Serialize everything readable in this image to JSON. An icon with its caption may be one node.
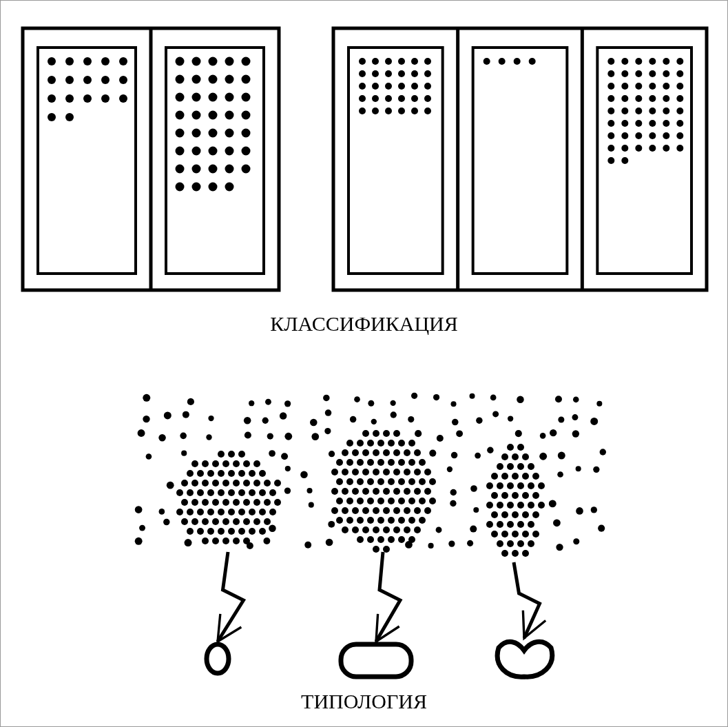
{
  "diagram": {
    "nodes": [
      {
        "text": [],
        "shape": "picture"
      },
      {
        "text": [],
        "shape": "picture"
      },
      {
        "text": [],
        "shape": "picture"
      },
      {
        "text": [],
        "shape": "circle"
      },
      {
        "text": [],
        "shape": "box"
      },
      {
        "text": [],
        "shape": "kidney"
      }
    ],
    "edges": [
      {
        "from": 0,
        "to": 3,
        "arrow": "to"
      },
      {
        "from": 1,
        "to": 4,
        "arrow": "to"
      },
      {
        "from": 2,
        "to": 5,
        "arrow": "to"
      }
    ],
    "labels": [
      "КЛАССИФИКАЦИЯ",
      "ТИПОЛОГИЯ"
    ]
  }
}
